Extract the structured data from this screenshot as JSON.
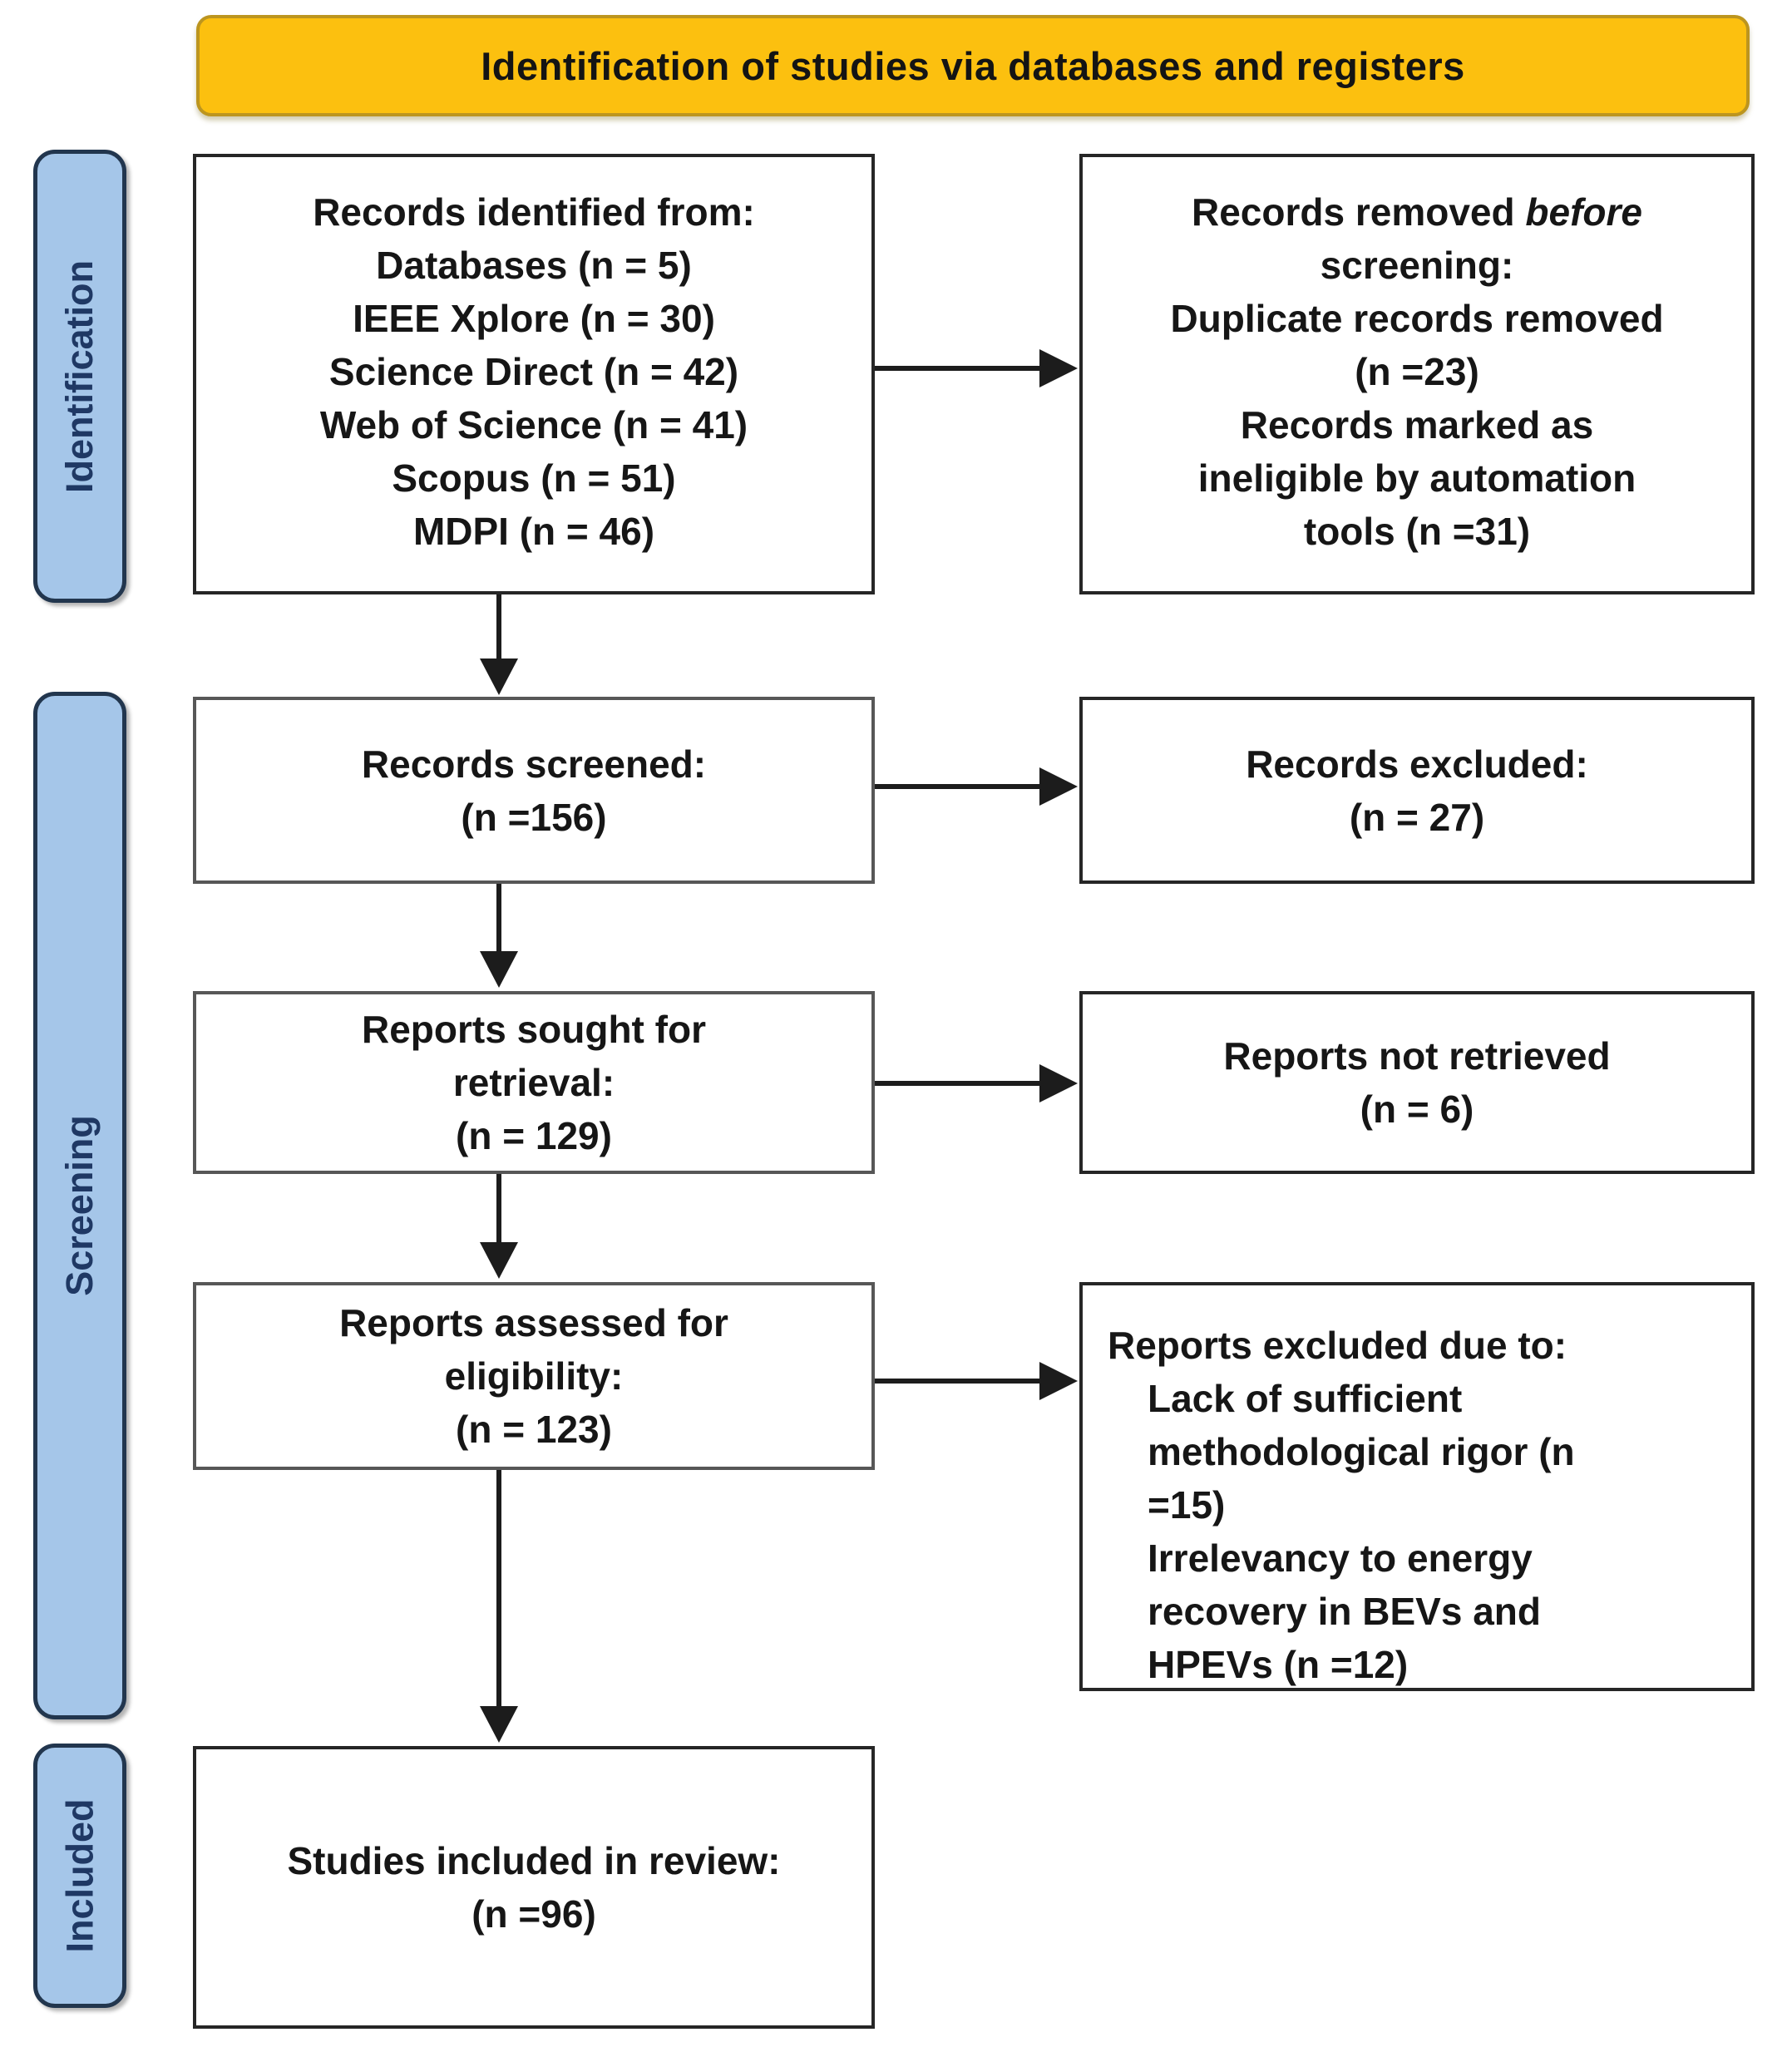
{
  "banner": {
    "title": "Identification of studies via databases and registers"
  },
  "sidebar": {
    "identification": "Identification",
    "screening": "Screening",
    "included": "Included"
  },
  "colors": {
    "banner_fill": "#FCC00F",
    "banner_border": "#BC951F",
    "sidebar_fill": "#A5C6E9",
    "sidebar_border": "#22364E",
    "sidebar_text": "#1F3864",
    "box_border_dark": "#262626",
    "box_border_gray": "#575757",
    "arrow": "#1C1C1C"
  },
  "boxes": {
    "records_identified": {
      "lines": [
        "Records identified from:",
        "Databases (n = 5)",
        "IEEE Xplore (n = 30)",
        "Science Direct (n = 42)",
        "Web of Science (n = 41)",
        "Scopus (n = 51)",
        "MDPI (n = 46)"
      ]
    },
    "records_removed": {
      "title_regular": "Records removed ",
      "title_italic": "before",
      "title_tail": " screening:",
      "items": [
        "Duplicate records removed (n =23)",
        "Records marked as ineligible by automation tools (n =31)"
      ]
    },
    "records_screened": {
      "lines": [
        "Records screened:",
        "(n =156)"
      ]
    },
    "records_excluded": {
      "lines": [
        "Records excluded:",
        "(n = 27)"
      ]
    },
    "reports_sought": {
      "lines": [
        "Reports sought for",
        "retrieval:",
        "(n = 129)"
      ]
    },
    "reports_not_retrieved": {
      "lines": [
        "Reports not retrieved",
        "(n = 6)"
      ]
    },
    "reports_assessed": {
      "lines": [
        "Reports assessed for",
        "eligibility:",
        "(n = 123)"
      ]
    },
    "reports_excluded_reasons": {
      "title": "Reports excluded due to:",
      "items": [
        "Lack of sufficient methodological rigor (n =15)",
        "Irrelevancy to energy recovery in BEVs and HPEVs (n =12)"
      ]
    },
    "studies_included": {
      "lines": [
        "Studies included in review:",
        "(n =96)"
      ]
    }
  }
}
